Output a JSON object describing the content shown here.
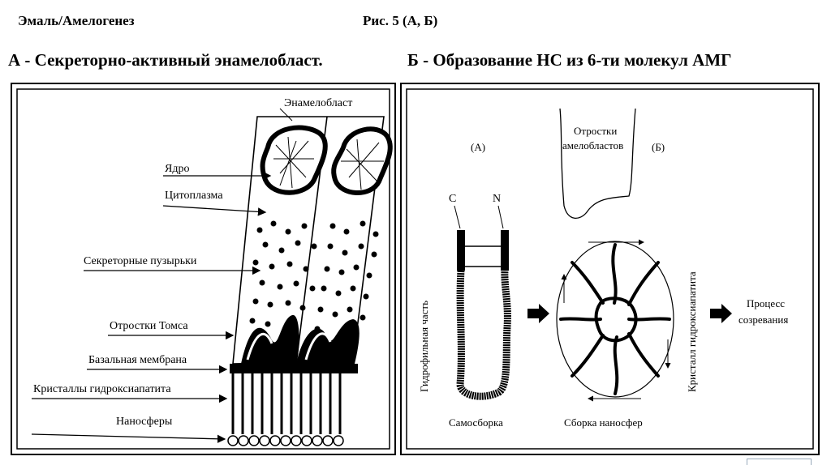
{
  "header": {
    "topic": "Эмаль/Амелогенез",
    "figure_ref": "Рис. 5 (А, Б)"
  },
  "subtitles": {
    "a": "А - Секреторно-активный энамелобласт.",
    "b": "Б - Образование НС из  6-ти молекул АМГ"
  },
  "panel_a": {
    "title": "Энамелобласт",
    "labels": {
      "nucleus": "Ядро",
      "cytoplasm": "Цитоплазма",
      "vesicles": "Секреторные пузырьки",
      "tomes": "Отростки Томса",
      "membrane": "Базальная мембрана",
      "crystals": "Кристаллы гидроксиапатита",
      "nanospheres": "Наносферы"
    }
  },
  "panel_b": {
    "label_a": "(А)",
    "label_b": "(Б)",
    "c_terminal": "C",
    "n_terminal": "N",
    "hydrophilic": "Гидрофильная часть",
    "processes": "Отростки амелобластов",
    "processes_line1": "Отростки",
    "processes_line2": "амелобластов",
    "crystal": "Кристалл гидроксиапатита",
    "maturation_line1": "Процесс",
    "maturation_line2": "созревания",
    "self_assembly": "Самосборка",
    "nanosphere_assembly": "Сборка наносфер"
  }
}
